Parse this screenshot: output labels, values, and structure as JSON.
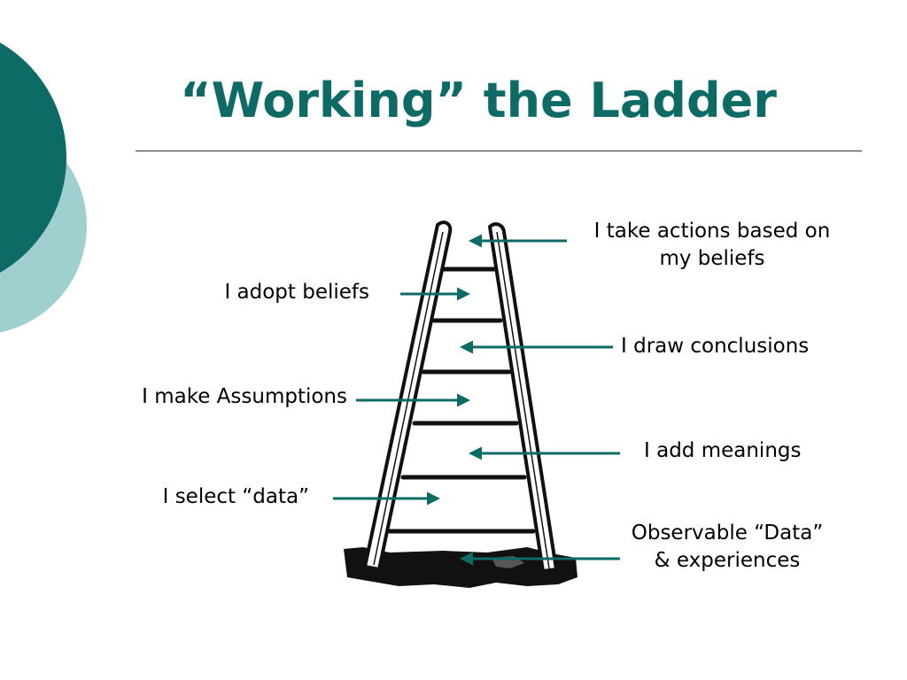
{
  "slide": {
    "title": "“Working” the Ladder",
    "colors": {
      "title": "#0d6b66",
      "arrow": "#0d6b66",
      "circle_dark": "#0d6b66",
      "circle_light": "#9fcfcf",
      "ladder": "#111111"
    }
  },
  "diagram": {
    "icons": [
      "ladder-icon"
    ],
    "labels": {
      "take_actions": [
        "I take actions based on",
        "my beliefs"
      ],
      "adopt_beliefs": "I adopt beliefs",
      "draw_conclusions": "I draw conclusions",
      "make_assumptions": "I make Assumptions",
      "add_meanings": "I add meanings",
      "select_data": "I select “data”",
      "observable_data": [
        "Observable “Data”",
        "& experiences"
      ]
    }
  }
}
